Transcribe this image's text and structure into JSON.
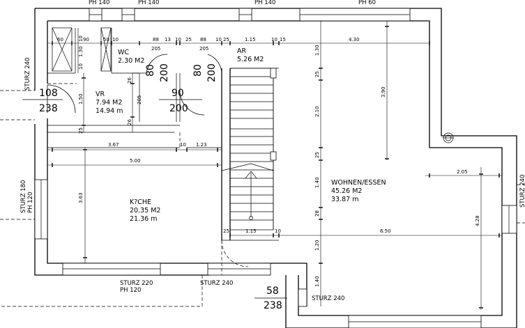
{
  "rooms": {
    "wc": {
      "name": "WC",
      "area": "2.30  M2"
    },
    "ar": {
      "name": "AR",
      "area": "5.26  M2"
    },
    "vr": {
      "name": "VR",
      "area": "7.94  M2",
      "perimeter": "14.94  m"
    },
    "kueche": {
      "name": "K?CHE",
      "area": "20.35  M2",
      "perimeter": "21.36  m"
    },
    "wohnen": {
      "name": "WOHNEN/ESSEN",
      "area": "45.26  M2",
      "perimeter": "33.87  m"
    }
  },
  "openings": {
    "door_entry": {
      "width": "108",
      "height": "238"
    },
    "door_vr": {
      "width": "90",
      "height": "200"
    },
    "door_wc": {
      "width": "80",
      "height": "200"
    },
    "door_ar": {
      "width": "80",
      "height": "200"
    },
    "door_terrace": {
      "width": "58",
      "height": "238"
    }
  },
  "labels": {
    "ph_top_1": "PH 140",
    "ph_top_2": "PH 140",
    "ph_top_3": "PH 140",
    "ph_top_4": "PH 60",
    "sturz_left_top": "STURZ 240",
    "sturz_left_mid": "STURZ 180",
    "ph_left_mid": "PH 120",
    "sturz_right": "STURZ 240",
    "sturz_bottom_1": "STURZ 220",
    "ph_bottom_1": "PH 120",
    "sturz_bottom_2": "STURZ 240",
    "sturz_bottom_3": "STURZ 240"
  },
  "dims": {
    "top": [
      "60",
      "90",
      "50",
      "10",
      "88",
      "13",
      "10",
      "25",
      "88",
      "10",
      "25",
      "1.15",
      "10",
      "15",
      "4.30"
    ],
    "small_vertical": [
      "10",
      "1.30",
      "10"
    ],
    "vr_205_a": "205",
    "vr_205_b": "205",
    "vr_205_c": "205",
    "vr_150": "1.50",
    "vr_26_a": "26",
    "vr_26_b": "26",
    "vr_25": "25",
    "kitchen_367": "3.67",
    "kitchen_10": "10",
    "kitchen_123": "1.23",
    "kitchen_500": "5.00",
    "kitchen_363": "3.63",
    "stair_25": "25",
    "stair_115": "1.15",
    "stair_10": "10",
    "living_650": "6.50",
    "living_205": "2.05",
    "living_428": "4.28",
    "living_390": "3.90",
    "v_col": [
      "1.30",
      "25",
      "2.10",
      "25",
      "1.40",
      "28",
      "1.20",
      "1.40"
    ]
  }
}
